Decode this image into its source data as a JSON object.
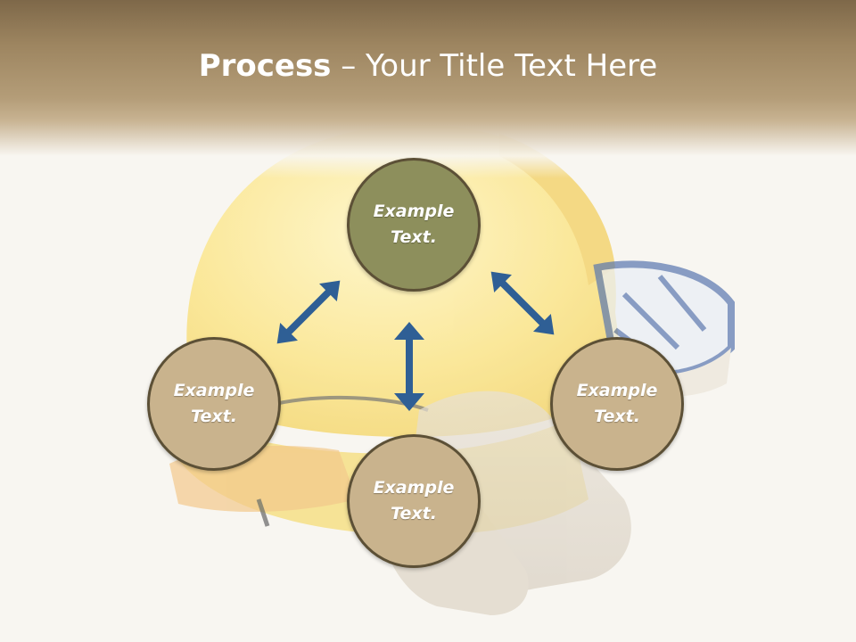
{
  "slide": {
    "title_bold": "Process",
    "title_rest": " – Your Title Text Here"
  },
  "nodes": [
    {
      "id": "top",
      "label": "Example\nText."
    },
    {
      "id": "left",
      "label": "Example\nText."
    },
    {
      "id": "bottom",
      "label": "Example\nText."
    },
    {
      "id": "right",
      "label": "Example\nText."
    }
  ],
  "colors": {
    "header": "#9d8560",
    "node_top": "#8d8f5c",
    "node_tan": "#c9b38d",
    "node_border": "#5c5036",
    "arrow": "#2f5f95"
  },
  "icons": [
    "double-arrow-icon"
  ]
}
